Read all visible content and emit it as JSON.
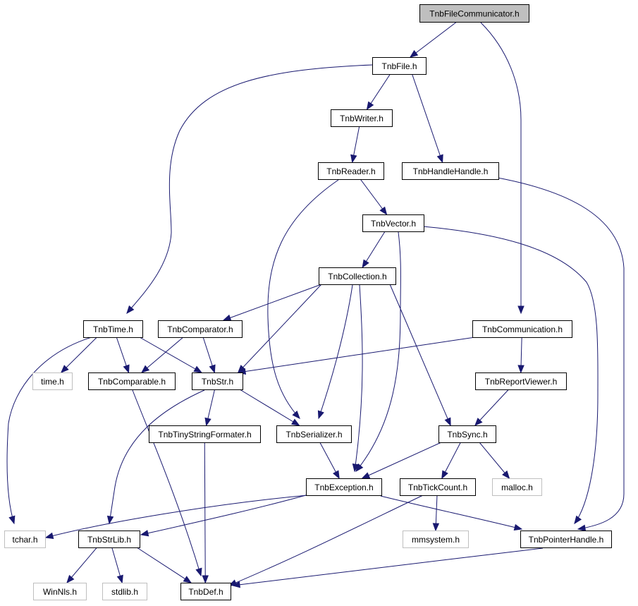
{
  "nodes": [
    {
      "id": "file_comm",
      "label": "TnbFileCommunicator.h",
      "kind": "root"
    },
    {
      "id": "file",
      "label": "TnbFile.h",
      "kind": "header"
    },
    {
      "id": "writer",
      "label": "TnbWriter.h",
      "kind": "header"
    },
    {
      "id": "reader",
      "label": "TnbReader.h",
      "kind": "header"
    },
    {
      "id": "handlehandle",
      "label": "TnbHandleHandle.h",
      "kind": "header"
    },
    {
      "id": "vector",
      "label": "TnbVector.h",
      "kind": "header"
    },
    {
      "id": "collection",
      "label": "TnbCollection.h",
      "kind": "header"
    },
    {
      "id": "time_h",
      "label": "TnbTime.h",
      "kind": "header"
    },
    {
      "id": "comparator",
      "label": "TnbComparator.h",
      "kind": "header"
    },
    {
      "id": "communication",
      "label": "TnbCommunication.h",
      "kind": "header"
    },
    {
      "id": "sys_time",
      "label": "time.h",
      "kind": "external"
    },
    {
      "id": "comparable",
      "label": "TnbComparable.h",
      "kind": "header"
    },
    {
      "id": "str",
      "label": "TnbStr.h",
      "kind": "header"
    },
    {
      "id": "reportviewer",
      "label": "TnbReportViewer.h",
      "kind": "header"
    },
    {
      "id": "tinyfmt",
      "label": "TnbTinyStringFormater.h",
      "kind": "header"
    },
    {
      "id": "serializer",
      "label": "TnbSerializer.h",
      "kind": "header"
    },
    {
      "id": "sync",
      "label": "TnbSync.h",
      "kind": "header"
    },
    {
      "id": "exception",
      "label": "TnbException.h",
      "kind": "header"
    },
    {
      "id": "tickcount",
      "label": "TnbTickCount.h",
      "kind": "header"
    },
    {
      "id": "malloc",
      "label": "malloc.h",
      "kind": "external"
    },
    {
      "id": "tchar",
      "label": "tchar.h",
      "kind": "external"
    },
    {
      "id": "strlib",
      "label": "TnbStrLib.h",
      "kind": "header"
    },
    {
      "id": "mmsystem",
      "label": "mmsystem.h",
      "kind": "external"
    },
    {
      "id": "pointerhandle",
      "label": "TnbPointerHandle.h",
      "kind": "header"
    },
    {
      "id": "winnls",
      "label": "WinNls.h",
      "kind": "external"
    },
    {
      "id": "stdlib",
      "label": "stdlib.h",
      "kind": "external"
    },
    {
      "id": "def",
      "label": "TnbDef.h",
      "kind": "header"
    }
  ],
  "edges": [
    [
      "file_comm",
      "file"
    ],
    [
      "file_comm",
      "communication"
    ],
    [
      "file",
      "writer"
    ],
    [
      "file",
      "handlehandle"
    ],
    [
      "file",
      "time_h"
    ],
    [
      "writer",
      "reader"
    ],
    [
      "reader",
      "vector"
    ],
    [
      "reader",
      "serializer"
    ],
    [
      "handlehandle",
      "pointerhandle"
    ],
    [
      "vector",
      "collection"
    ],
    [
      "vector",
      "exception"
    ],
    [
      "vector",
      "pointerhandle"
    ],
    [
      "collection",
      "comparator"
    ],
    [
      "collection",
      "str"
    ],
    [
      "collection",
      "serializer"
    ],
    [
      "collection",
      "exception"
    ],
    [
      "collection",
      "sync"
    ],
    [
      "time_h",
      "sys_time"
    ],
    [
      "time_h",
      "comparable"
    ],
    [
      "time_h",
      "str"
    ],
    [
      "time_h",
      "tchar"
    ],
    [
      "comparator",
      "comparable"
    ],
    [
      "comparator",
      "str"
    ],
    [
      "communication",
      "str"
    ],
    [
      "communication",
      "reportviewer"
    ],
    [
      "comparable",
      "def"
    ],
    [
      "str",
      "tinyfmt"
    ],
    [
      "str",
      "serializer"
    ],
    [
      "str",
      "strlib"
    ],
    [
      "reportviewer",
      "sync"
    ],
    [
      "tinyfmt",
      "def"
    ],
    [
      "serializer",
      "exception"
    ],
    [
      "sync",
      "exception"
    ],
    [
      "sync",
      "tickcount"
    ],
    [
      "sync",
      "malloc"
    ],
    [
      "exception",
      "tchar"
    ],
    [
      "exception",
      "strlib"
    ],
    [
      "exception",
      "pointerhandle"
    ],
    [
      "tickcount",
      "mmsystem"
    ],
    [
      "tickcount",
      "def"
    ],
    [
      "strlib",
      "winnls"
    ],
    [
      "strlib",
      "stdlib"
    ],
    [
      "strlib",
      "def"
    ],
    [
      "pointerhandle",
      "def"
    ]
  ]
}
